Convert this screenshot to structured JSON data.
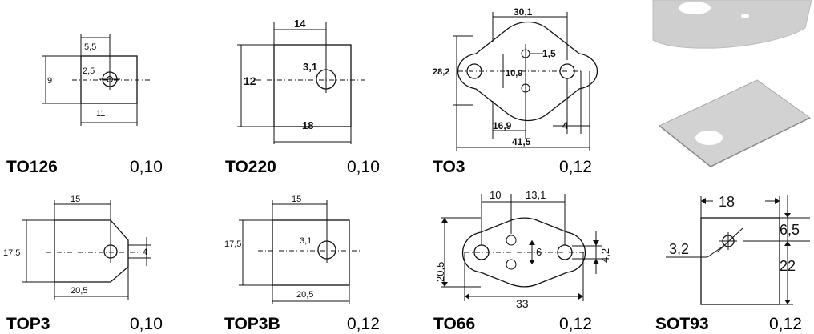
{
  "packages": [
    {
      "name": "TO126",
      "value": "0,10",
      "dims": {
        "top": "5,5",
        "hole": "2,5",
        "height": "9",
        "width": "11"
      }
    },
    {
      "name": "TO220",
      "value": "0,10",
      "dims": {
        "top": "14",
        "hole": "3,1",
        "height": "12",
        "width": "18"
      }
    },
    {
      "name": "TO3",
      "value": "0,12",
      "dims": {
        "top": "30,1",
        "small_hole": "1,5",
        "height": "28,2",
        "center": "10,9",
        "bottom_inner": "16,9",
        "right": "4",
        "width": "41,5"
      }
    },
    {
      "name": "TOP3",
      "value": "0,10",
      "dims": {
        "top": "15",
        "height": "17,5",
        "right": "4",
        "width": "20,5"
      }
    },
    {
      "name": "TOP3B",
      "value": "0,12",
      "dims": {
        "top": "15",
        "hole": "3,1",
        "height": "17,5",
        "width": "20,5"
      }
    },
    {
      "name": "TO66",
      "value": "0,12",
      "dims": {
        "top_left": "10",
        "top_right": "13,1",
        "height": "20,5",
        "center": "6",
        "right": "4,2",
        "width": "33"
      }
    },
    {
      "name": "SOT93",
      "value": "0,12",
      "dims": {
        "top": "18",
        "right": "6,5",
        "hole": "3,2",
        "height": "22"
      }
    }
  ]
}
